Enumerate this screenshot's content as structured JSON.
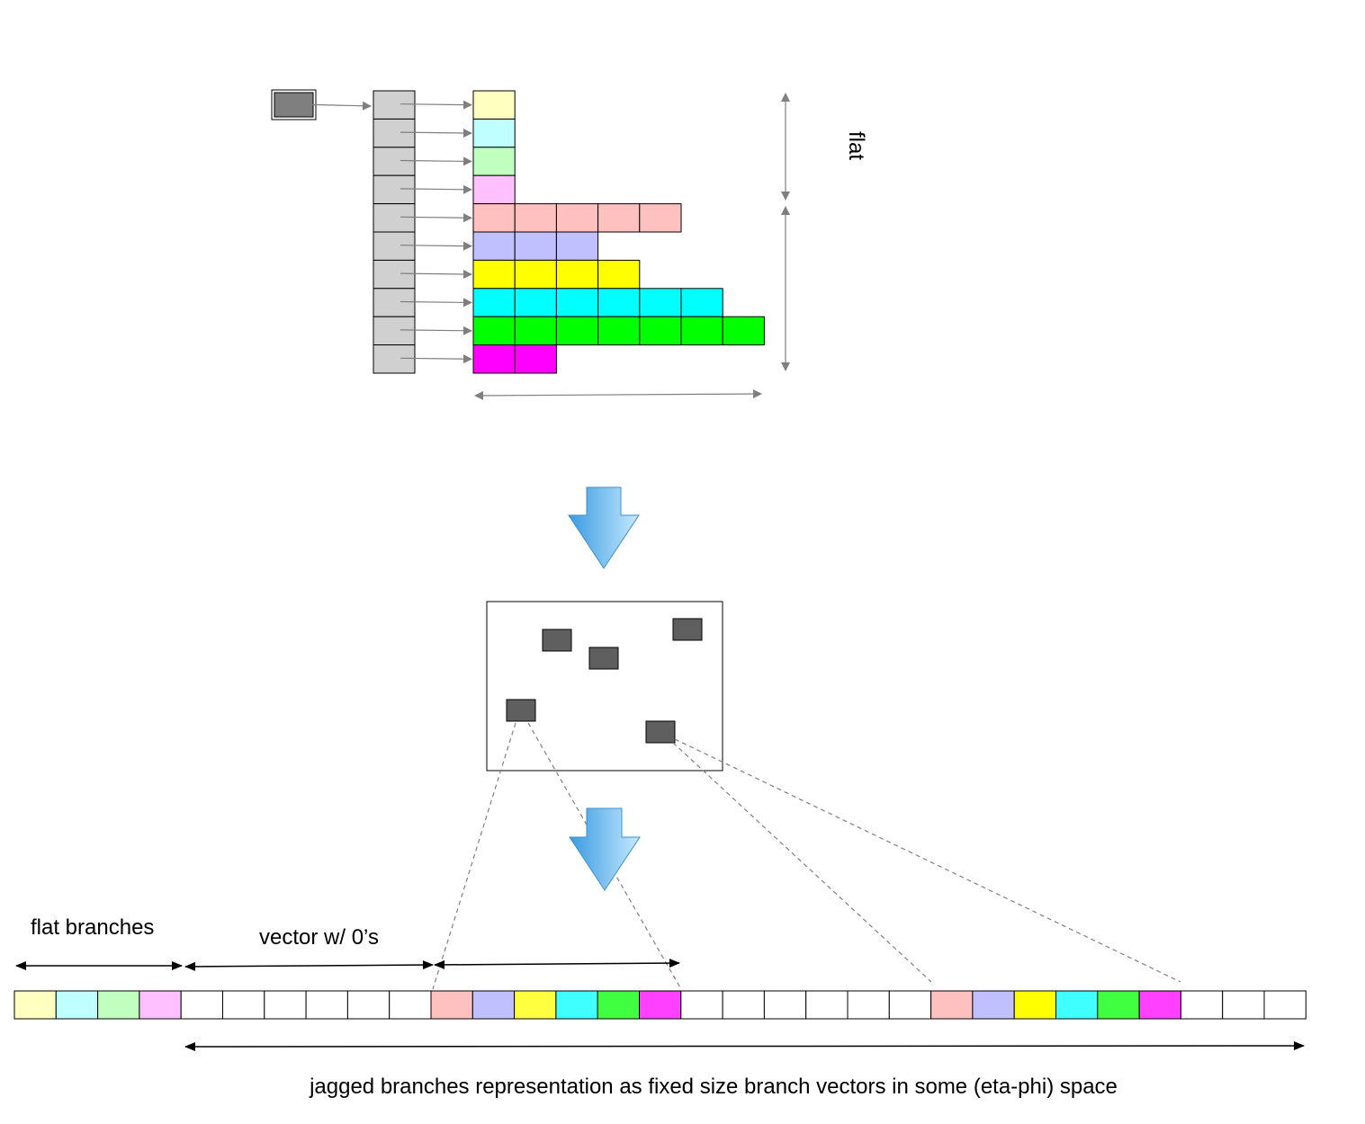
{
  "labels": {
    "flat": "flat",
    "flat_branches": "flat branches",
    "vector_zeros": "vector w/ 0’s",
    "caption": "jagged branches representation as fixed size branch vectors in some (eta-phi) space"
  },
  "colors": {
    "stroke": "#000000",
    "cell_grey": "#d0d0d0",
    "dark_box": "#5f5f5f",
    "arrow_grey": "#7f7f7f",
    "big_arrow_light": "#bfe6ff",
    "big_arrow_dark": "#4aa8e6"
  },
  "jagged": {
    "rows": [
      {
        "color": "#ffffc0",
        "count": 1
      },
      {
        "color": "#c0ffff",
        "count": 1
      },
      {
        "color": "#c0ffc0",
        "count": 1
      },
      {
        "color": "#ffc0ff",
        "count": 1
      },
      {
        "color": "#ffc0c0",
        "count": 5
      },
      {
        "color": "#c0c0ff",
        "count": 3
      },
      {
        "color": "#ffff00",
        "count": 4
      },
      {
        "color": "#00ffff",
        "count": 6
      },
      {
        "color": "#00ff00",
        "count": 7
      },
      {
        "color": "#ff00ff",
        "count": 2
      }
    ]
  },
  "strip": {
    "cells": [
      "#ffffc0",
      "#c0ffff",
      "#c0ffc0",
      "#ffc0ff",
      "#ffffff",
      "#ffffff",
      "#ffffff",
      "#ffffff",
      "#ffffff",
      "#ffffff",
      "#ffc0c0",
      "#c0c0ff",
      "#ffff40",
      "#40ffff",
      "#40ff40",
      "#ff40ff",
      "#ffffff",
      "#ffffff",
      "#ffffff",
      "#ffffff",
      "#ffffff",
      "#ffffff",
      "#ffc0c0",
      "#c0c0ff",
      "#ffff00",
      "#40ffff",
      "#40ff40",
      "#ff40ff",
      "#ffffff",
      "#ffffff",
      "#ffffff"
    ]
  }
}
